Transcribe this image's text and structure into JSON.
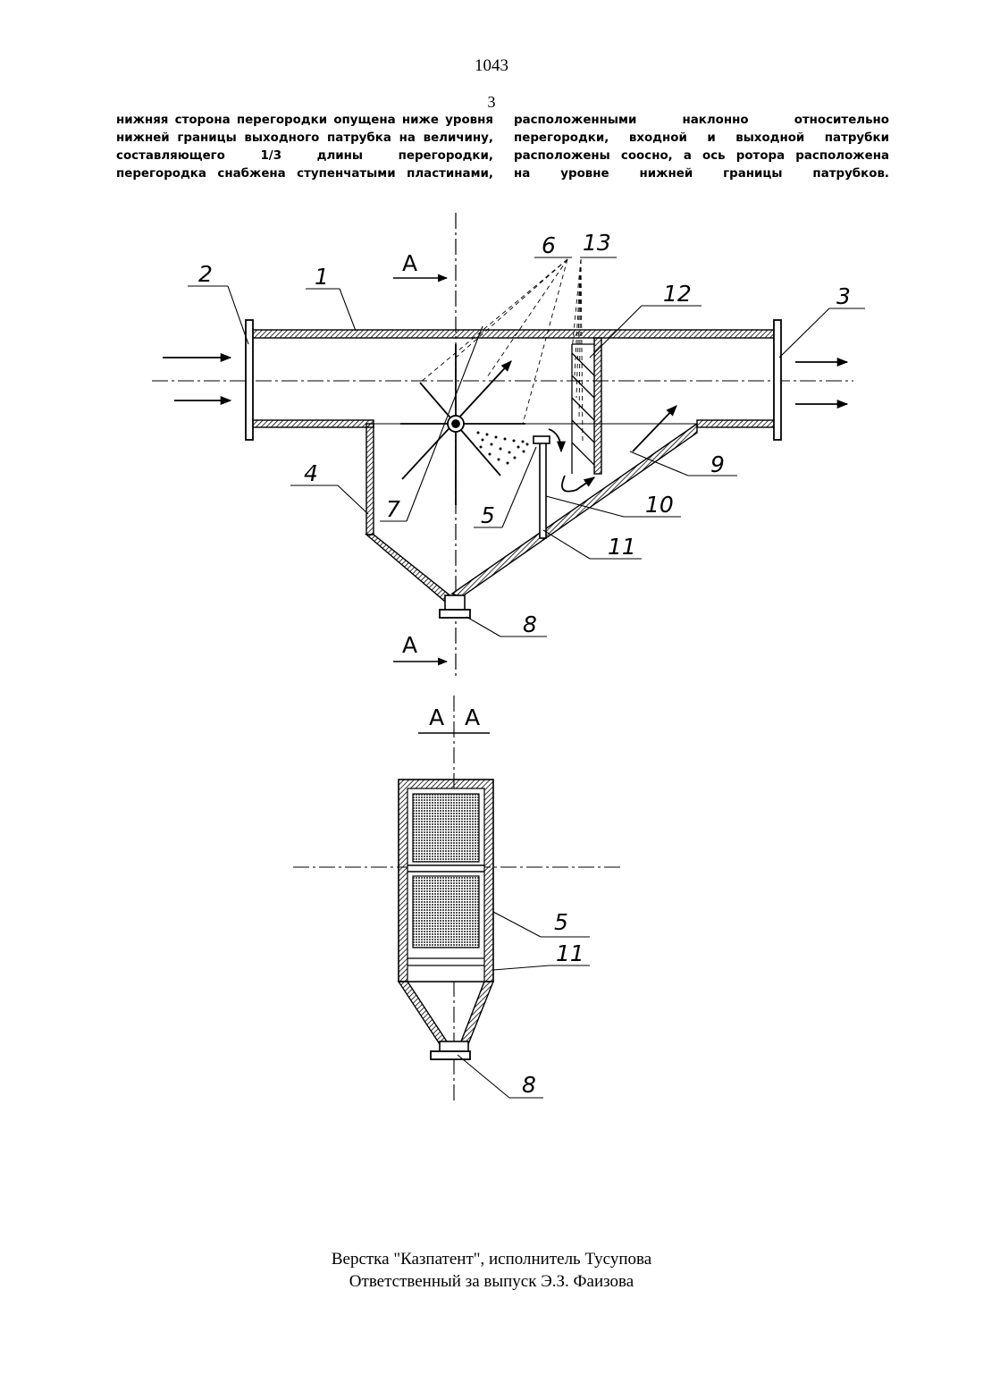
{
  "header": {
    "doc_number": "1043",
    "page_number": "3"
  },
  "text": {
    "left_column": [
      "нижняя сторона перегородки опущена ниже уровня",
      "нижней границы выходного патрубка на величину,",
      "составляющего 1/3 длины перегородки,",
      "перегородка снабжена ступенчатыми пластинами,"
    ],
    "right_column": [
      "расположенными наклонно относительно",
      "перегородки, входной и выходной патрубки",
      "расположены соосно, а ось ротора расположена",
      "на уровне нижней границы патрубков."
    ]
  },
  "figure": {
    "labels": {
      "l1": "1",
      "l2": "2",
      "l3": "3",
      "l4": "4",
      "l5": "5",
      "l6": "6",
      "l7": "7",
      "l8": "8",
      "l9": "9",
      "l10": "10",
      "l11": "11",
      "l12": "12",
      "l13": "13",
      "section_top": "A",
      "section_bottom": "A",
      "section_title_left": "A",
      "section_title_right": "A",
      "s5": "5",
      "s11": "11",
      "s8": "8"
    }
  },
  "footer": {
    "line1": "Верстка \"Казпатент\", исполнитель Тусупова",
    "line2": "Ответственный  за выпуск  Э.З. Фаизова"
  }
}
